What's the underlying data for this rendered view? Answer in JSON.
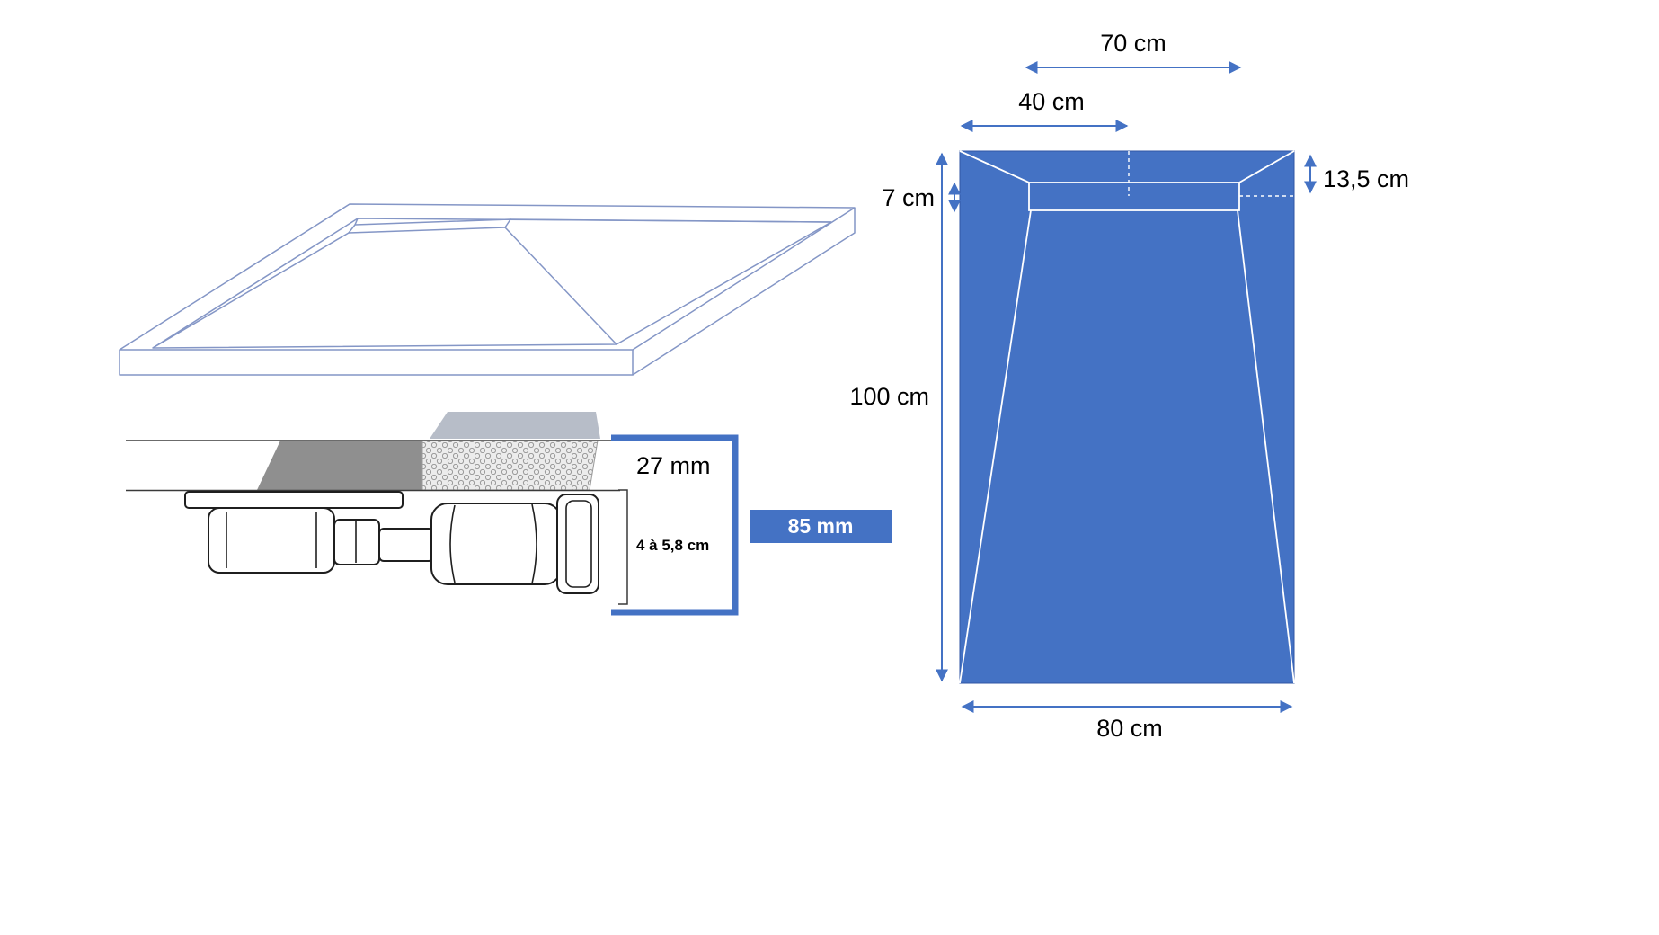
{
  "colors": {
    "accent": "#4472C4",
    "plan_fill": "#4472C4",
    "plan_border": "#2f55a4",
    "wireframe": "#8496c6",
    "dark_gray": "#8f8f8f",
    "light_gray": "#b7bdc8"
  },
  "plan_view": {
    "dim_top_width": "70 cm",
    "dim_drain_offset": "40 cm",
    "dim_drain_inset": "7 cm",
    "dim_drain_depth": "13,5 cm",
    "dim_length": "100 cm",
    "dim_bottom_width": "80 cm"
  },
  "section_view": {
    "dim_thickness": "27 mm",
    "dim_trap_range": "4 à 5,8 cm",
    "dim_total_height": "85 mm"
  }
}
